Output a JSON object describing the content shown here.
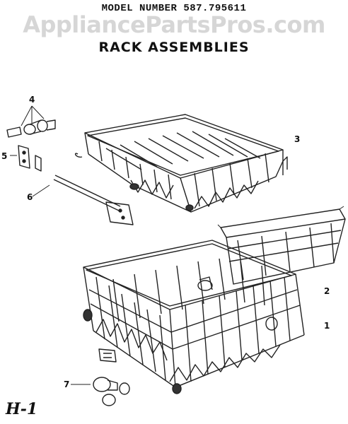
{
  "header": {
    "model_line": "MODEL NUMBER 587.795611",
    "watermark": "AppliancePartsPros.com",
    "title": "RACK ASSEMBLIES"
  },
  "callouts": {
    "c1": "1",
    "c2": "2",
    "c3": "3",
    "c4": "4",
    "c5": "5",
    "c6": "6",
    "c7": "7"
  },
  "footer": {
    "sheet_id": "H-1"
  }
}
